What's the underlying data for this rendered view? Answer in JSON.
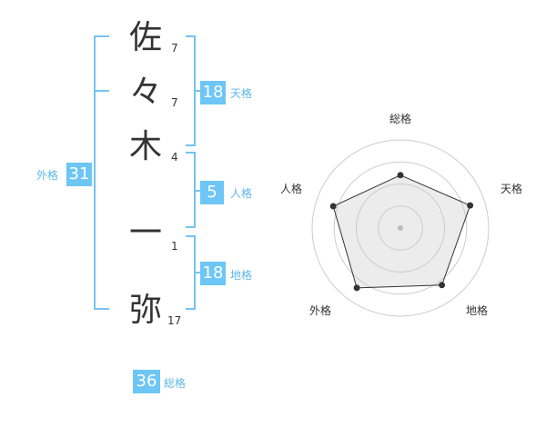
{
  "name": {
    "chars": [
      {
        "char": "佐",
        "strokes": "7"
      },
      {
        "char": "々",
        "strokes": "7"
      },
      {
        "char": "木",
        "strokes": "4"
      },
      {
        "char": "一",
        "strokes": "1"
      },
      {
        "char": "弥",
        "strokes": "17"
      }
    ]
  },
  "kakusu": {
    "tenkaku": {
      "value": "18",
      "label": "天格"
    },
    "jinkaku": {
      "value": "5",
      "label": "人格"
    },
    "chikaku": {
      "value": "18",
      "label": "地格"
    },
    "gaikaku": {
      "value": "31",
      "label": "外格"
    },
    "soukaku": {
      "value": "36",
      "label": "総格"
    }
  },
  "radar": {
    "axes": [
      "総格",
      "天格",
      "地格",
      "外格",
      "人格"
    ],
    "values": [
      0.6,
      0.83,
      0.8,
      0.84,
      0.8
    ],
    "rings": 4
  },
  "colors": {
    "accent": "#6dc6f5",
    "accent_text": "#5fb6e8",
    "bracket": "#74c4f0",
    "text": "#333333"
  }
}
